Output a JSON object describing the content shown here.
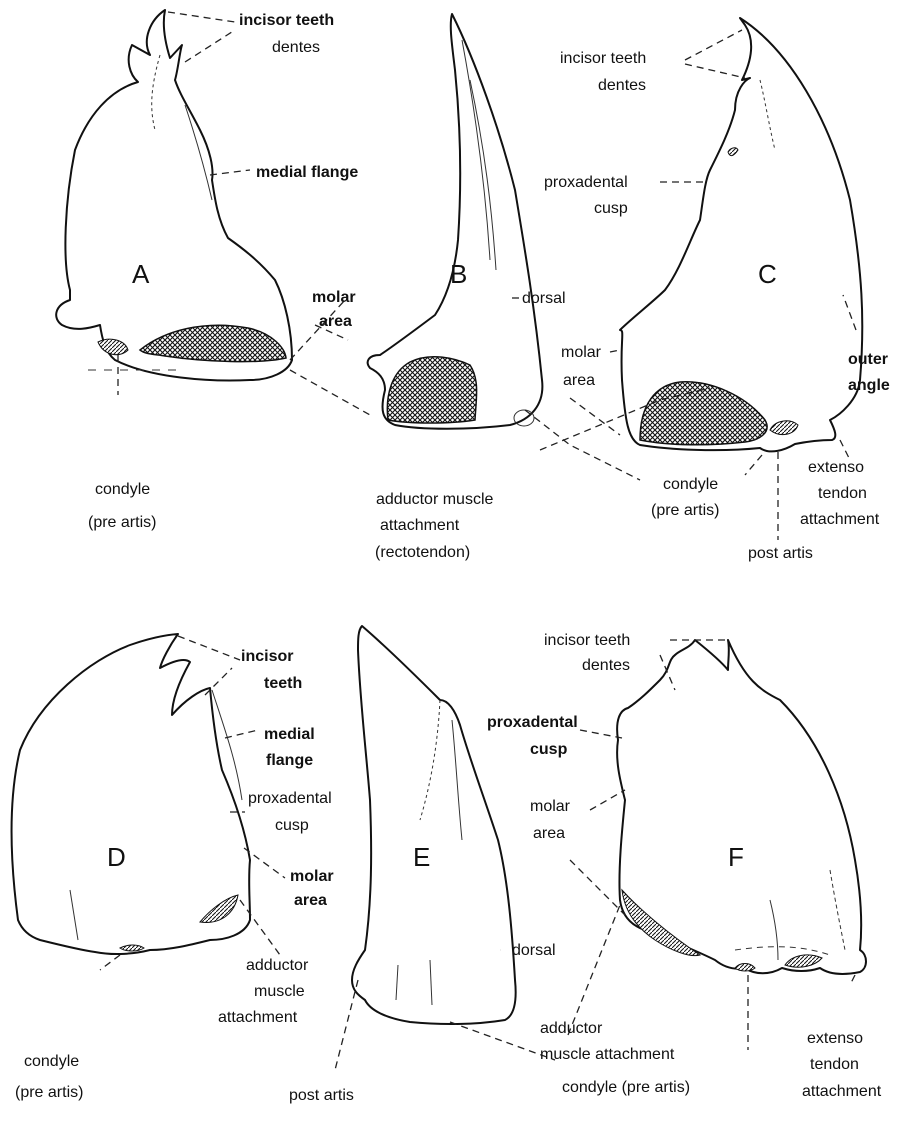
{
  "figure": {
    "panels": {
      "A": "A",
      "B": "B",
      "C": "C",
      "D": "D",
      "E": "E",
      "F": "F"
    },
    "labels": {
      "a_incisor_1": "incisor teeth",
      "a_incisor_2": "dentes",
      "a_medial_flange": "medial flange",
      "a_molar_1": "molar",
      "a_molar_2": "area",
      "a_condyle_1": "condyle",
      "a_condyle_2": "(pre artis)",
      "b_dorsal": "dorsal",
      "abc_adductor_1": "adductor  muscle",
      "abc_adductor_2": "attachment",
      "abc_adductor_3": "(rectotendon)",
      "c_incisor_1": "incisor teeth",
      "c_incisor_2": "dentes",
      "c_proxadental_1": "proxadental",
      "c_proxadental_2": "cusp",
      "c_molar_1": "molar",
      "c_molar_2": "area",
      "c_outer_1": "outer",
      "c_outer_2": "angle",
      "c_extenso_1": "extenso",
      "c_extenso_2": "tendon",
      "c_extenso_3": "attachment",
      "c_condyle_1": "condyle",
      "c_condyle_2": "(pre artis)",
      "c_post_artis": "post artis",
      "d_incisor_1": "incisor",
      "d_incisor_2": "teeth",
      "d_medial_1": "medial",
      "d_medial_2": "flange",
      "d_proxadental_1": "proxadental",
      "d_proxadental_2": "cusp",
      "d_molar_1": "molar",
      "d_molar_2": "area",
      "d_adductor_1": "adductor",
      "d_adductor_2": "muscle",
      "d_adductor_3": "attachment",
      "d_condyle_1": "condyle",
      "d_condyle_2": "(pre artis)",
      "e_dorsal": "dorsal",
      "e_post_artis": "post artis",
      "f_incisor_1": "incisor teeth",
      "f_incisor_2": "dentes",
      "f_proxadental_1": "proxadental",
      "f_proxadental_2": "cusp",
      "f_molar_1": "molar",
      "f_molar_2": "area",
      "f_adductor_1": "adductor",
      "f_adductor_2": "muscle attachment",
      "f_extenso_1": "extenso",
      "f_extenso_2": "tendon",
      "f_extenso_3": "attachment",
      "ef_condyle": "condyle (pre artis)"
    }
  }
}
